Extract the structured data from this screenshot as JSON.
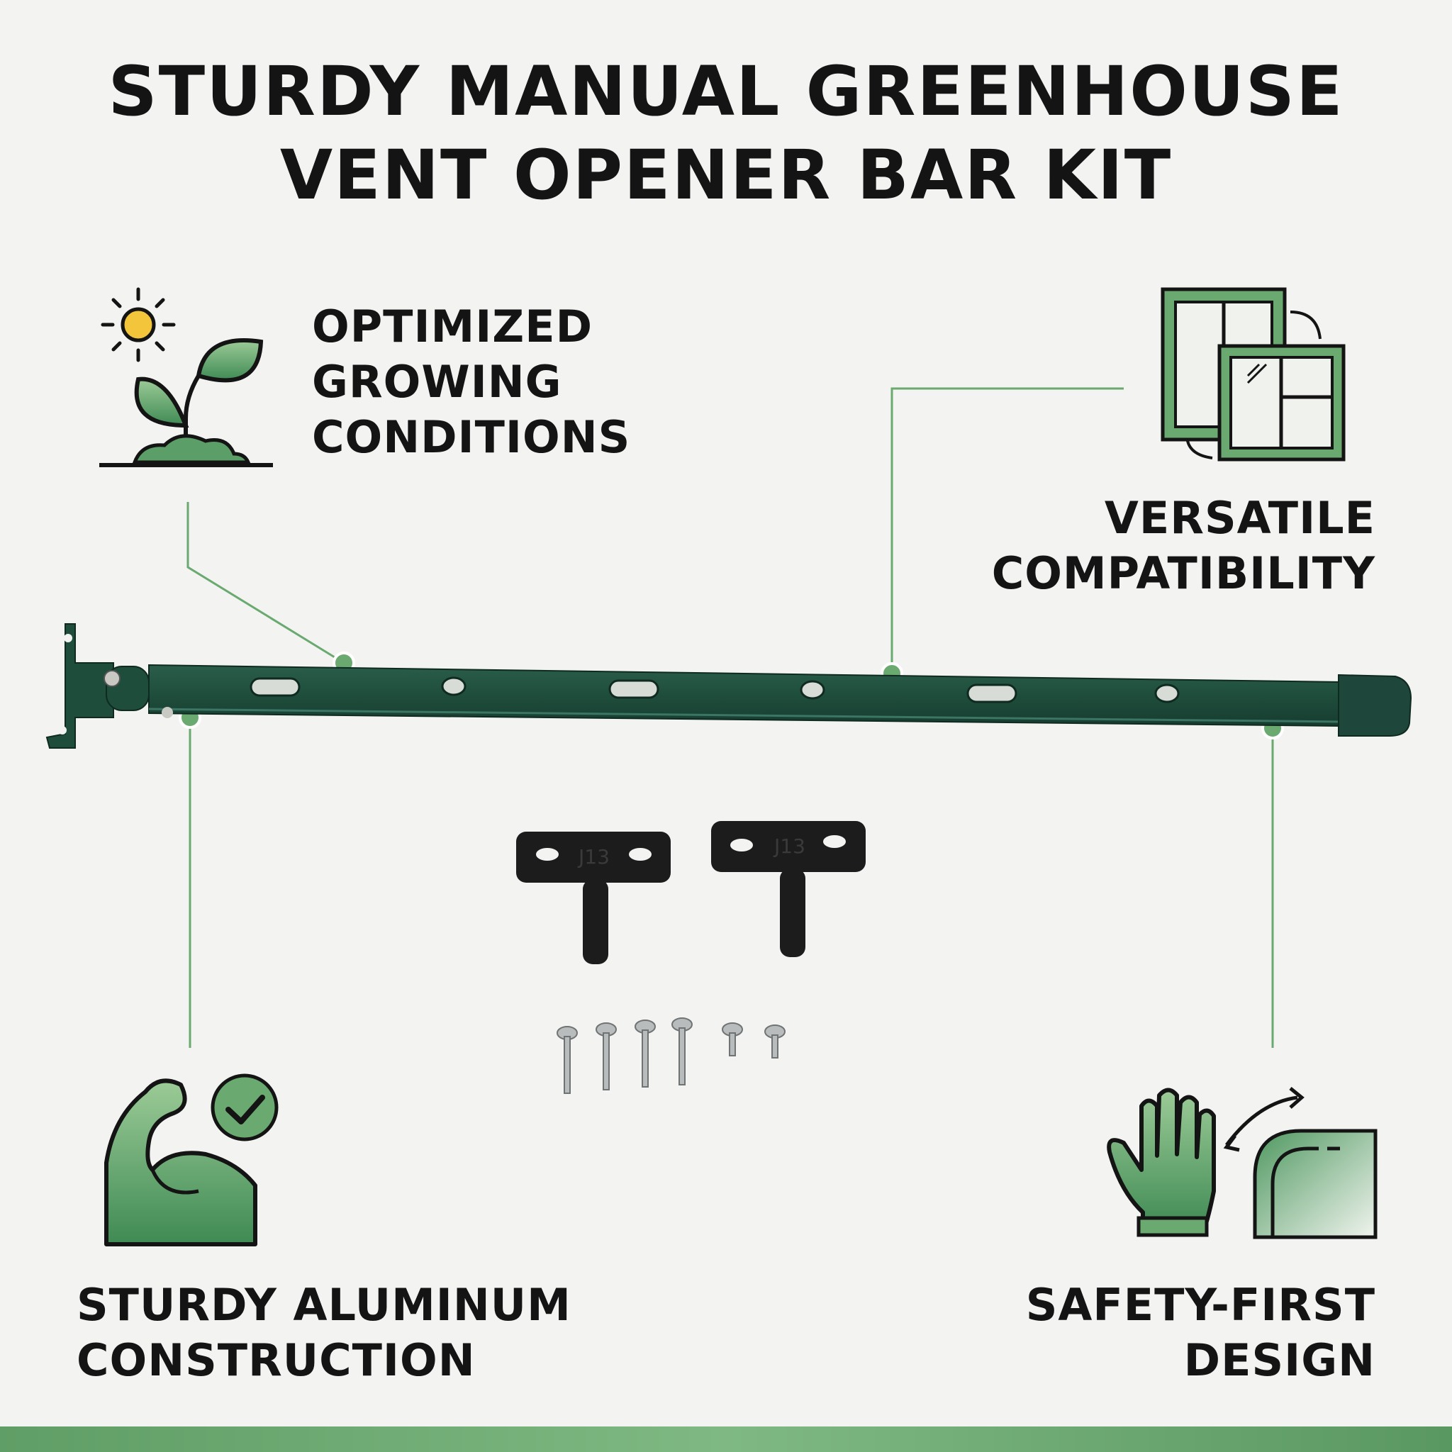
{
  "title": {
    "line1": "STURDY MANUAL GREENHOUSE",
    "line2": "VENT OPENER BAR KIT"
  },
  "features": {
    "growing": {
      "line1": "OPTIMIZED",
      "line2": "GROWING",
      "line3": "CONDITIONS",
      "icon": "sprout-sun-icon"
    },
    "compat": {
      "line1": "VERSATILE",
      "line2": "COMPATIBILITY",
      "icon": "windows-icon"
    },
    "aluminum": {
      "line1": "STURDY ALUMINUM",
      "line2": "CONSTRUCTION",
      "icon": "flexed-arm-check-icon"
    },
    "safety": {
      "line1": "SAFETY-FIRST",
      "line2": "DESIGN",
      "icon": "glove-rounded-corner-icon"
    }
  },
  "parts": {
    "bracket_label_left": "J13",
    "bracket_label_right": "J13"
  },
  "colors": {
    "bar_green": "#1f4d3c",
    "accent_green": "#6aa96f",
    "text": "#141414"
  }
}
